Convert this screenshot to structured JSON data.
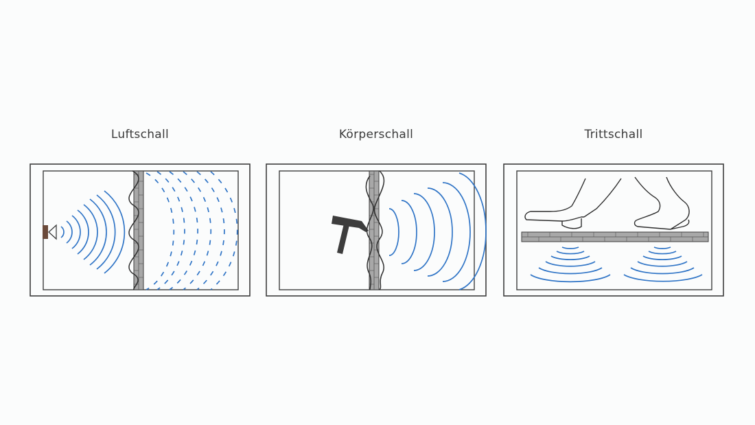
{
  "panels": [
    {
      "id": "luftschall",
      "title": "Luftschall",
      "icon": "speaker-icon"
    },
    {
      "id": "koerperschall",
      "title": "Körperschall",
      "icon": "hammer-icon"
    },
    {
      "id": "trittschall",
      "title": "Trittschall",
      "icon": "feet-icon"
    }
  ],
  "colors": {
    "frame": "#3c3c3c",
    "wave": "#2f74c6",
    "wall": "#9a9a9a",
    "speaker": "#6b4a3a",
    "hammer": "#3d3d3d",
    "background": "#fbfcfc"
  }
}
